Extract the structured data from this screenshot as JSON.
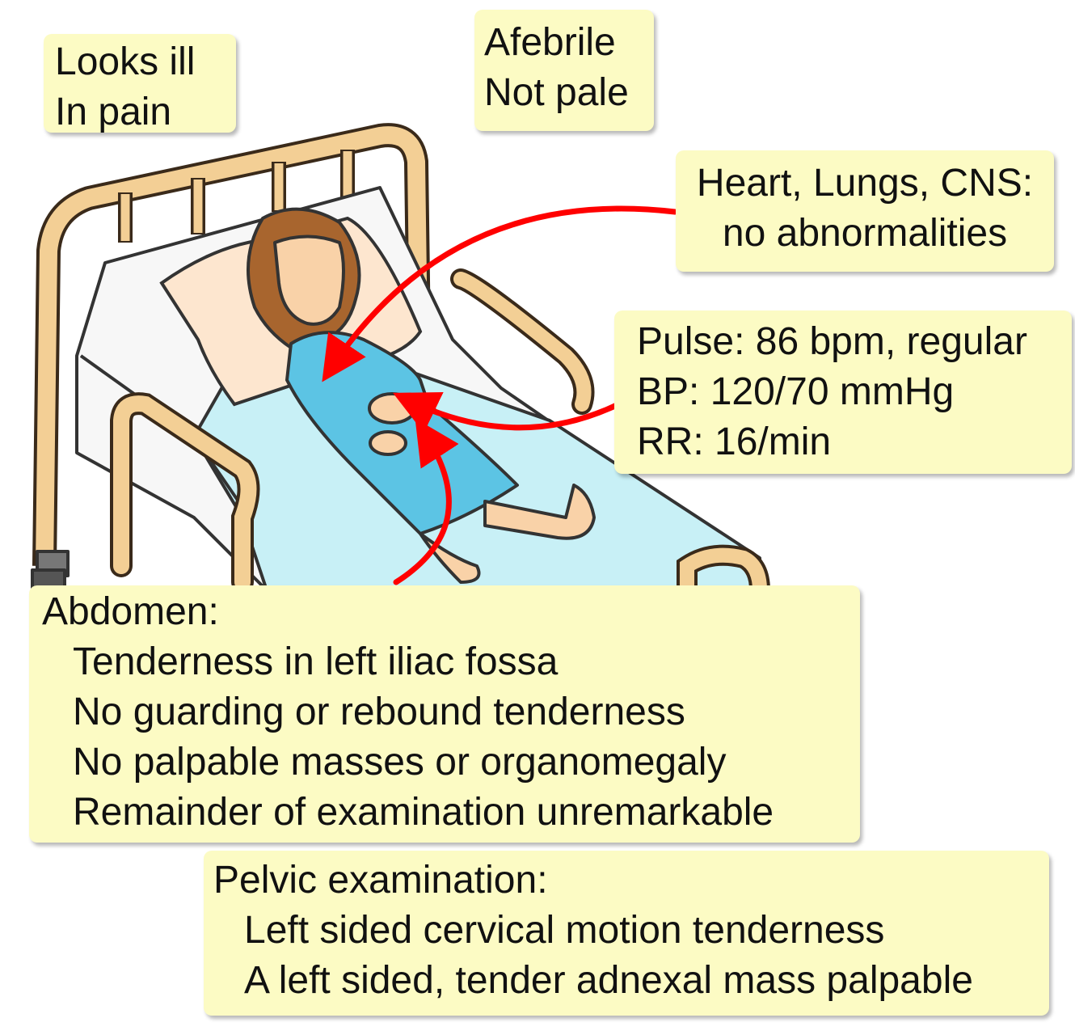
{
  "notes": {
    "general": {
      "lines": [
        "Looks ill",
        "In pain"
      ]
    },
    "temperature": {
      "lines": [
        "Afebrile",
        "Not pale"
      ]
    },
    "systems": {
      "lines": [
        "Heart, Lungs, CNS:",
        "no abnormalities"
      ]
    },
    "vitals": {
      "lines": [
        "Pulse: 86 bpm, regular",
        "BP: 120/70 mmHg",
        "RR: 16/min"
      ]
    },
    "abdomen": {
      "heading": "Abdomen:",
      "items": [
        "Tenderness in left iliac fossa",
        "No guarding or rebound tenderness",
        "No palpable masses or organomegaly",
        "Remainder of examination unremarkable"
      ]
    },
    "pelvic": {
      "heading": "Pelvic examination:",
      "items": [
        "Left sided cervical motion tenderness",
        "A left sided, tender adnexal mass palpable"
      ]
    }
  },
  "colors": {
    "note_bg": "#fcfbc4",
    "arrow": "#ff0000",
    "gown": "#5cc4e4",
    "sheet": "#c8f0f6",
    "bed_frame": "#f3cf95",
    "hair": "#a8652e",
    "skin": "#f9d2a8"
  }
}
